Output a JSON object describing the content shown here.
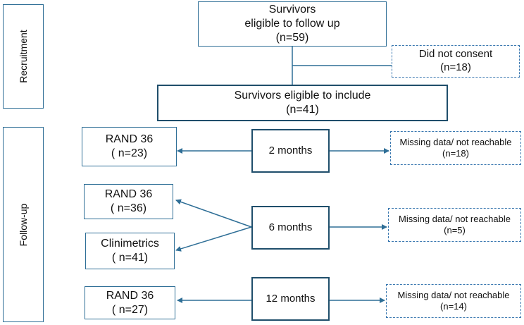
{
  "phases": {
    "recruitment": "Recruitment",
    "follow_up": "Follow-up"
  },
  "recruitment": {
    "eligible_follow_up": {
      "line1": "Survivors",
      "line2": "eligible to follow up",
      "count": "(n=59)"
    },
    "not_consented": {
      "line1": "Did not consent",
      "count": "(n=18)"
    },
    "eligible_include": {
      "line1": "Survivors eligible to include",
      "count": "(n=41)"
    }
  },
  "follow_up": {
    "month2": {
      "label": "2 months",
      "outcomes": [
        {
          "line1": "RAND 36",
          "count": "( n=23)"
        }
      ],
      "missing": {
        "line1": "Missing data/ not reachable",
        "count": "(n=18)"
      }
    },
    "month6": {
      "label": "6 months",
      "outcomes": [
        {
          "line1": "RAND 36",
          "count": "( n=36)"
        },
        {
          "line1": "Clinimetrics",
          "count": "( n=41)"
        }
      ],
      "missing": {
        "line1": "Missing data/ not reachable",
        "count": "(n=5)"
      }
    },
    "month12": {
      "label": "12 months",
      "outcomes": [
        {
          "line1": "RAND 36",
          "count": "( n=27)"
        }
      ],
      "missing": {
        "line1": "Missing data/ not reachable",
        "count": "(n=14)"
      }
    }
  },
  "colors": {
    "line": "#2e6e96",
    "thick_border": "#1f4e6b",
    "dashed_border": "#3a78b0"
  }
}
